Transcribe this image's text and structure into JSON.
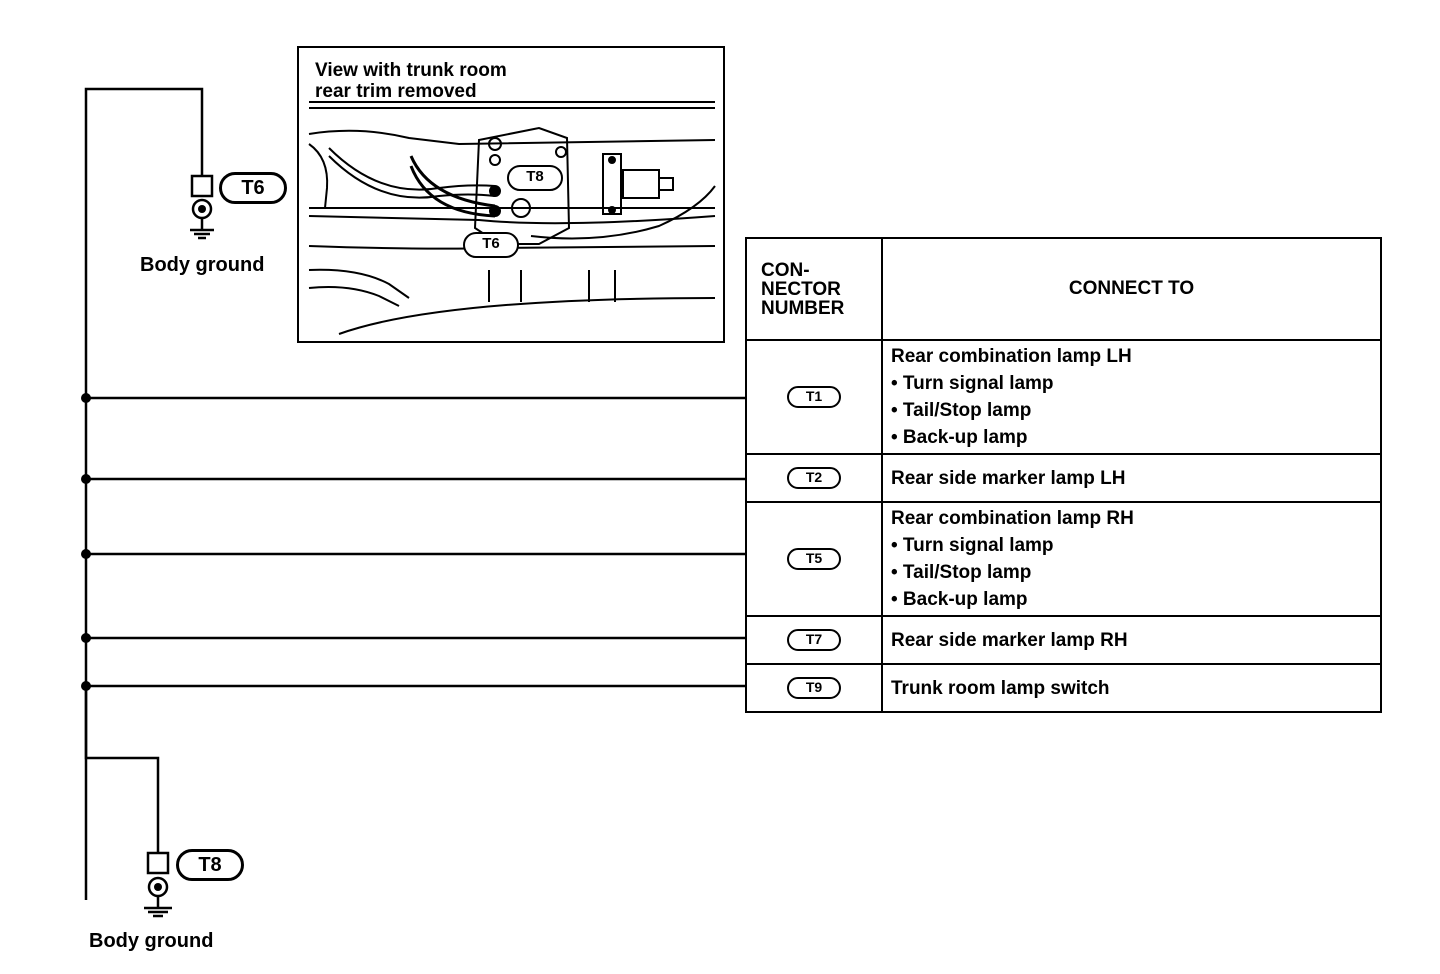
{
  "inset": {
    "title_line1": "View with trunk room",
    "title_line2": "rear trim removed",
    "connector_a": "T8",
    "connector_b": "T6"
  },
  "ground_top": {
    "connector": "T6",
    "label": "Body ground"
  },
  "ground_bottom": {
    "connector": "T8",
    "label": "Body ground"
  },
  "table": {
    "header_number": [
      "CON-",
      "NECTOR",
      "NUMBER"
    ],
    "header_connect_to": "CONNECT TO",
    "rows": [
      {
        "connector": "T1",
        "lines": [
          "Rear combination lamp LH",
          "• Turn signal lamp",
          "• Tail/Stop lamp",
          "• Back-up lamp"
        ]
      },
      {
        "connector": "T2",
        "lines": [
          "Rear side marker lamp LH"
        ]
      },
      {
        "connector": "T5",
        "lines": [
          "Rear combination lamp RH",
          "• Turn signal lamp",
          "• Tail/Stop lamp",
          "• Back-up lamp"
        ]
      },
      {
        "connector": "T7",
        "lines": [
          "Rear side marker lamp RH"
        ]
      },
      {
        "connector": "T9",
        "lines": [
          "Trunk room lamp switch"
        ]
      }
    ]
  },
  "colors": {
    "line": "#000000",
    "background": "#ffffff"
  }
}
